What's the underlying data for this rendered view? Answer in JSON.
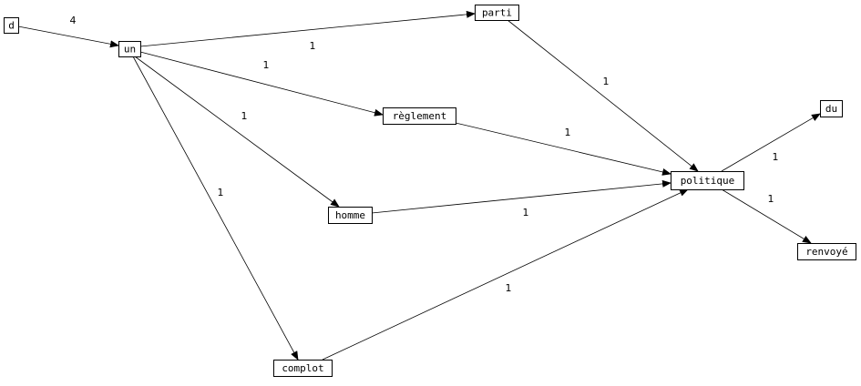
{
  "graph": {
    "nodes": [
      {
        "id": "d",
        "label": "d"
      },
      {
        "id": "un",
        "label": "un"
      },
      {
        "id": "parti",
        "label": "parti"
      },
      {
        "id": "reglement",
        "label": "règlement"
      },
      {
        "id": "homme",
        "label": "homme"
      },
      {
        "id": "complot",
        "label": "complot"
      },
      {
        "id": "politique",
        "label": "politique"
      },
      {
        "id": "du",
        "label": "du"
      },
      {
        "id": "renvoye",
        "label": "renvoyé"
      }
    ],
    "edges": [
      {
        "from": "d",
        "to": "un",
        "weight": "4"
      },
      {
        "from": "un",
        "to": "parti",
        "weight": "1"
      },
      {
        "from": "un",
        "to": "reglement",
        "weight": "1"
      },
      {
        "from": "un",
        "to": "homme",
        "weight": "1"
      },
      {
        "from": "un",
        "to": "complot",
        "weight": "1"
      },
      {
        "from": "parti",
        "to": "politique",
        "weight": "1"
      },
      {
        "from": "reglement",
        "to": "politique",
        "weight": "1"
      },
      {
        "from": "homme",
        "to": "politique",
        "weight": "1"
      },
      {
        "from": "complot",
        "to": "politique",
        "weight": "1"
      },
      {
        "from": "politique",
        "to": "du",
        "weight": "1"
      },
      {
        "from": "politique",
        "to": "renvoye",
        "weight": "1"
      }
    ]
  }
}
